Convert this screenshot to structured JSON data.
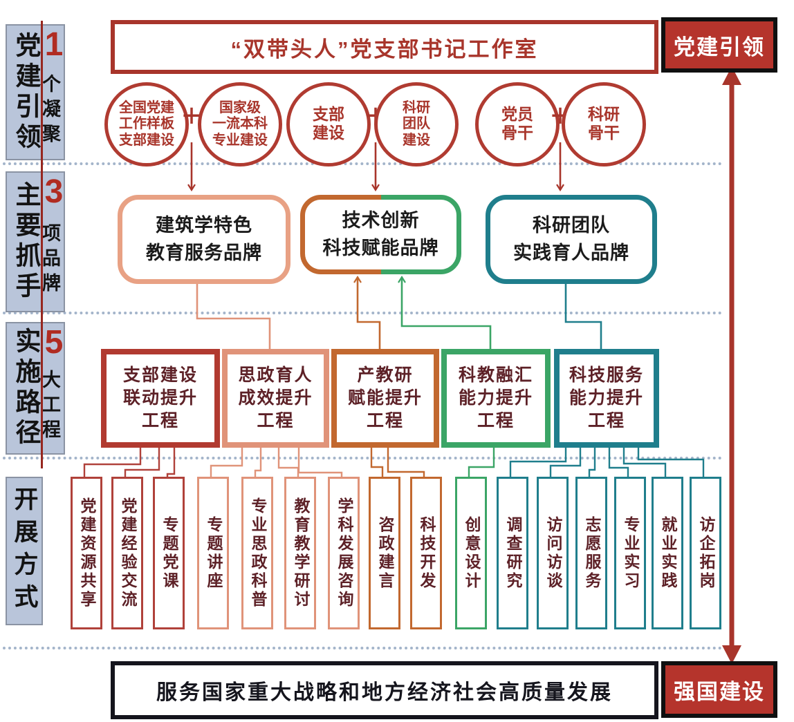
{
  "top_banner": {
    "text": "“双带头人”党支部书记工作室"
  },
  "badges": {
    "top_right": "党建引领",
    "bottom_right": "强国建设"
  },
  "bottom_banner": {
    "text": "服务国家重大战略和地方经济社会高质量发展"
  },
  "plus_sign": "+",
  "sidebar": {
    "rows": [
      {
        "label": "党建引领",
        "number": "1",
        "unit": "个凝聚"
      },
      {
        "label": "主要抓手",
        "number": "3",
        "unit": "项品牌"
      },
      {
        "label": "实施路径",
        "number": "5",
        "unit": "大工程"
      },
      {
        "label": "开展方式"
      }
    ]
  },
  "circles": [
    {
      "lines": [
        "全国党建",
        "工作样板",
        "支部建设"
      ]
    },
    {
      "lines": [
        "国家级",
        "一流本科",
        "专业建设"
      ]
    },
    {
      "lines": [
        "支部",
        "建设"
      ]
    },
    {
      "lines": [
        "科研",
        "团队",
        "建设"
      ]
    },
    {
      "lines": [
        "党员",
        "骨干"
      ]
    },
    {
      "lines": [
        "科研",
        "骨干"
      ]
    }
  ],
  "brands": [
    {
      "lines": [
        "建筑学特色",
        "教育服务品牌"
      ]
    },
    {
      "lines": [
        "技术创新",
        "科技赋能品牌"
      ]
    },
    {
      "lines": [
        "科研团队",
        "实践育人品牌"
      ]
    }
  ],
  "projects": [
    {
      "lines": [
        "支部建设",
        "联动提升",
        "工程"
      ]
    },
    {
      "lines": [
        "思政育人",
        "成效提升",
        "工程"
      ]
    },
    {
      "lines": [
        "产教研",
        "赋能提升",
        "工程"
      ]
    },
    {
      "lines": [
        "科教融汇",
        "能力提升",
        "工程"
      ]
    },
    {
      "lines": [
        "科技服务",
        "能力提升",
        "工程"
      ]
    }
  ],
  "methods": [
    "党建资源共享",
    "党建经验交流",
    "专题党课",
    "专题讲座",
    "专业思政科普",
    "教育教学研讨",
    "学科发展咨询",
    "咨政建言",
    "科技开发",
    "创意设计",
    "调查研究",
    "访问访谈",
    "志愿服务",
    "专业实习",
    "就业实践",
    "访企拓岗"
  ],
  "colors": {
    "red": "#a8352b",
    "dark_red": "#b13a30",
    "maroon_text": "#5d2127",
    "salmon": "#e09379",
    "orange": "#c2682f",
    "green": "#3ba566",
    "teal": "#1f7e8c",
    "sidebar_fill": "#b9c5da",
    "badge_fill": "#b5342c",
    "dotted": "#a3b4ca"
  }
}
